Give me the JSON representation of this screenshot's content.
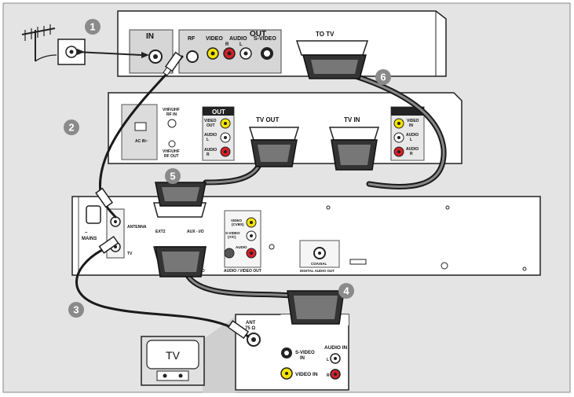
{
  "step_numbers": [
    "1",
    "2",
    "3",
    "4",
    "5",
    "6"
  ],
  "top_device": {
    "in_label": "IN",
    "out_label": "OUT",
    "rf_label": "RF",
    "video_label": "VIDEO",
    "audio_label": "AUDIO",
    "audio_r": "R",
    "audio_l": "L",
    "svideo_label": "S-VIDEO",
    "to_tv_label": "TO TV"
  },
  "vcr": {
    "vhf_rf_in": [
      "VHF/UHF",
      "RF IN"
    ],
    "vhf_rf_out": [
      "VHF/UHF",
      "RF OUT"
    ],
    "ac_in": "AC IN~",
    "out_header": "OUT",
    "video_out": [
      "VIDEO",
      "OUT"
    ],
    "audio_l": [
      "AUDIO",
      "L"
    ],
    "audio_r": [
      "AUDIO",
      "R"
    ],
    "tv_out": "TV OUT",
    "tv_in": "TV IN",
    "video_in": [
      "VIDEO",
      "IN"
    ],
    "audio_l2": [
      "AUDIO",
      "L"
    ],
    "audio_r2": [
      "AUDIO",
      "R"
    ]
  },
  "recorder": {
    "mains": "MAINS",
    "antenna": "ANTENNA",
    "tv": "TV",
    "ext2": "EXT2",
    "aux": "AUX - I/O",
    "video_cvbs": [
      "VIDEO",
      "(CVBS)"
    ],
    "svideo_yc": [
      "S-VIDEO",
      "(Y/C)"
    ],
    "audio": "AUDIO",
    "av_out": "AUDIO / VIDEO OUT",
    "coaxial": "COAXIAL",
    "digital_audio_out": "DIGITAL AUDIO OUT",
    "ext1_suffix": "I/O"
  },
  "tv_panel": {
    "tv_label": "TV",
    "ant": [
      "ANT",
      "75 Ω"
    ],
    "svideo_in": [
      "S-VIDEO",
      "IN"
    ],
    "video_in": "VIDEO IN",
    "audio_in": "AUDIO IN",
    "l": "L",
    "r": "R"
  },
  "colors": {
    "video": "#f5e400",
    "audio_r": "#d4202a",
    "panel_bg": "#e6e6e6",
    "cable": "#1a1a1a",
    "step_circle": "#8a8a8a"
  }
}
